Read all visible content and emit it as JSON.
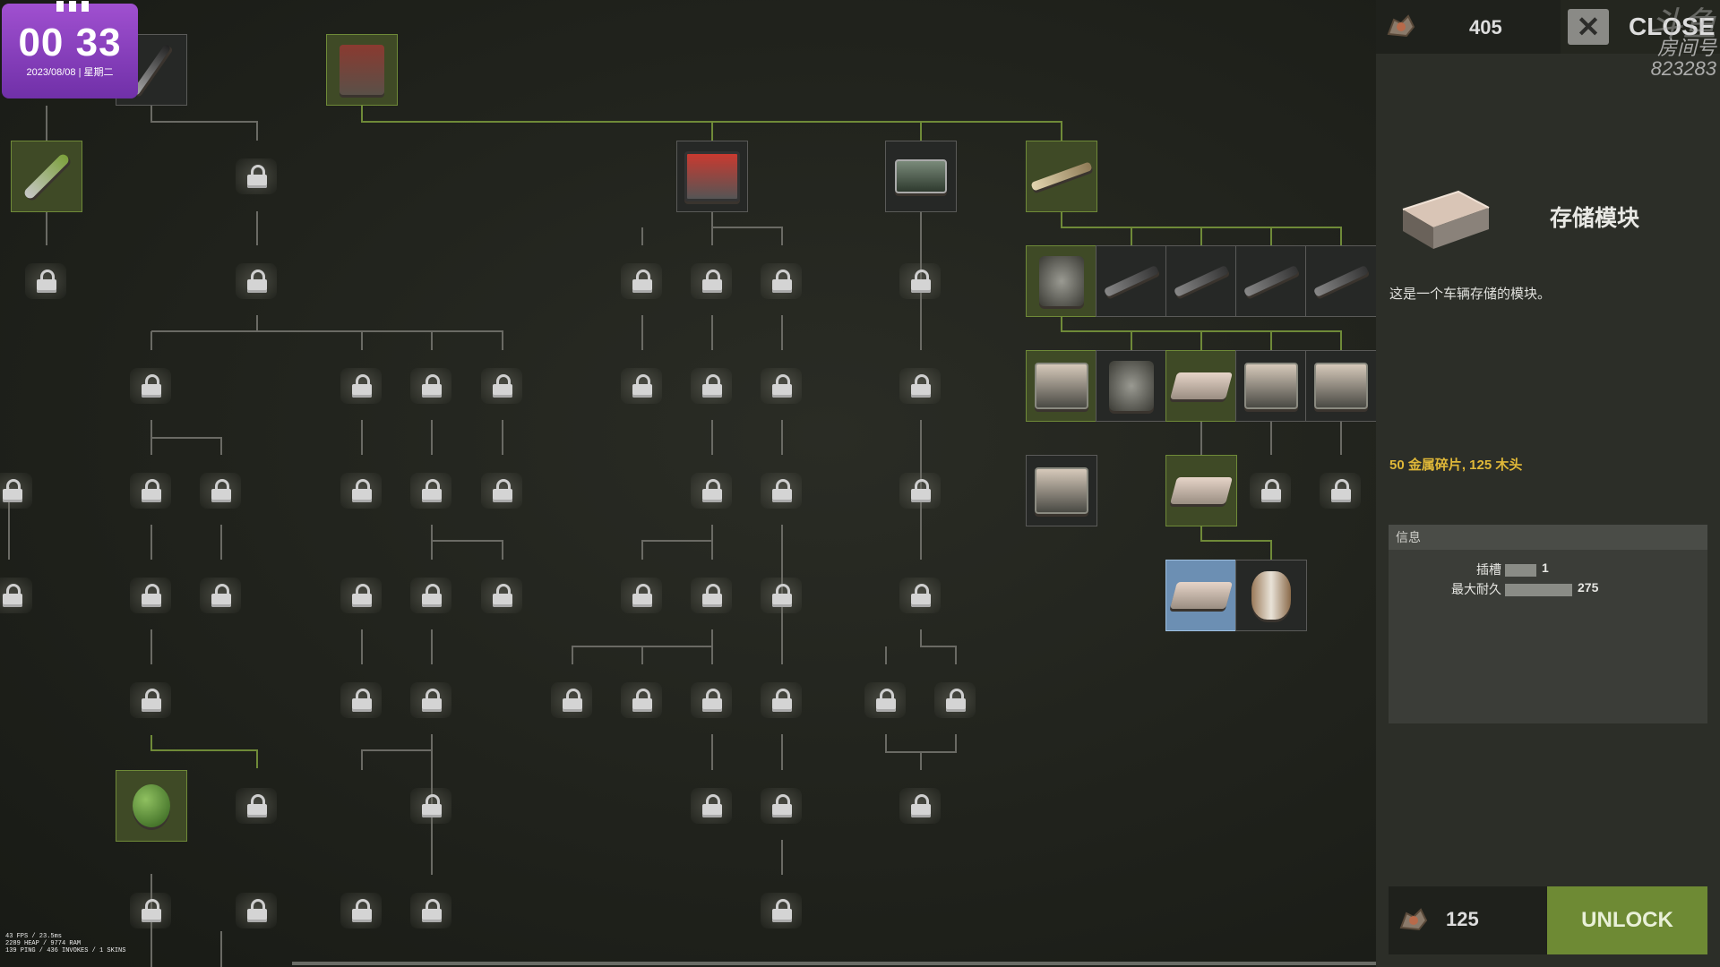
{
  "hud": {
    "clock_time": "00 33",
    "clock_date": "2023/08/08 | 星期二",
    "stats_lines": [
      "43 FPS / 23.5ms",
      "2289 HEAP / 9774 RAM",
      "139 PING / 436 INVOKES / 1 SKINS"
    ]
  },
  "topbar": {
    "scrap_count": "405",
    "close_label": "CLOSE",
    "watermark_top": "斗鱼",
    "watermark_room_label": "房间号",
    "watermark_room_number": "823283"
  },
  "selected_item": {
    "name": "存储模块",
    "description": "这是一个车辆存储的模块。",
    "cost_text": "50 金属碎片, 125 木头",
    "info_header": "信息",
    "stats": [
      {
        "label": "插槽",
        "value": "1",
        "fraction": 0.35
      },
      {
        "label": "最大耐久",
        "value": "275",
        "fraction": 0.75
      }
    ]
  },
  "unlock": {
    "scrap_cost": "125",
    "button_label": "UNLOCK"
  },
  "colors": {
    "unlocked_bg": "#3f4a26",
    "selected_bg": "#6c8fb3",
    "unlock_button": "#6e8a34",
    "cost_text": "#e0b838",
    "clock_bg": "#8a40c0"
  }
}
